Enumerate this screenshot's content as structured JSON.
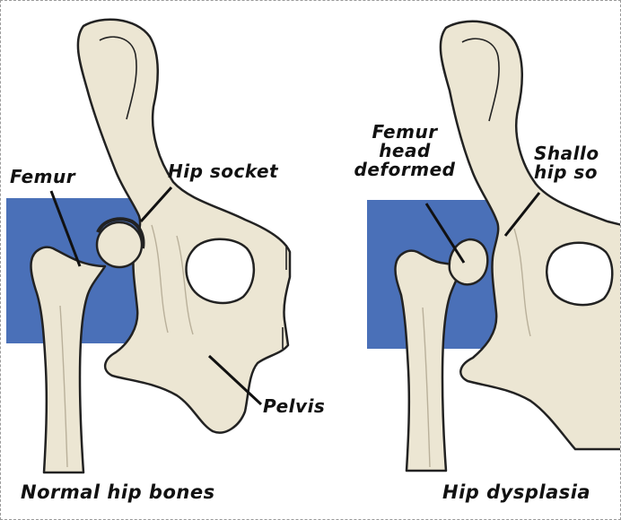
{
  "colors": {
    "background": "#ffffff",
    "panel_blue": "#4a70b8",
    "bone_fill": "#ece6d3",
    "bone_shade": "#d6ceb6",
    "outline": "#222222",
    "label_text": "#111111"
  },
  "left_diagram": {
    "labels": {
      "femur": "Femur",
      "hip_socket": "Hip socket",
      "pelvis": "Pelvis"
    },
    "caption": "Normal hip bones"
  },
  "right_diagram": {
    "labels": {
      "femur_head_line1": "Femur",
      "femur_head_line2": "head",
      "femur_head_line3": "deformed",
      "shallow_line1": "Shallo",
      "shallow_line2": "hip so"
    },
    "caption": "Hip dysplasia"
  }
}
